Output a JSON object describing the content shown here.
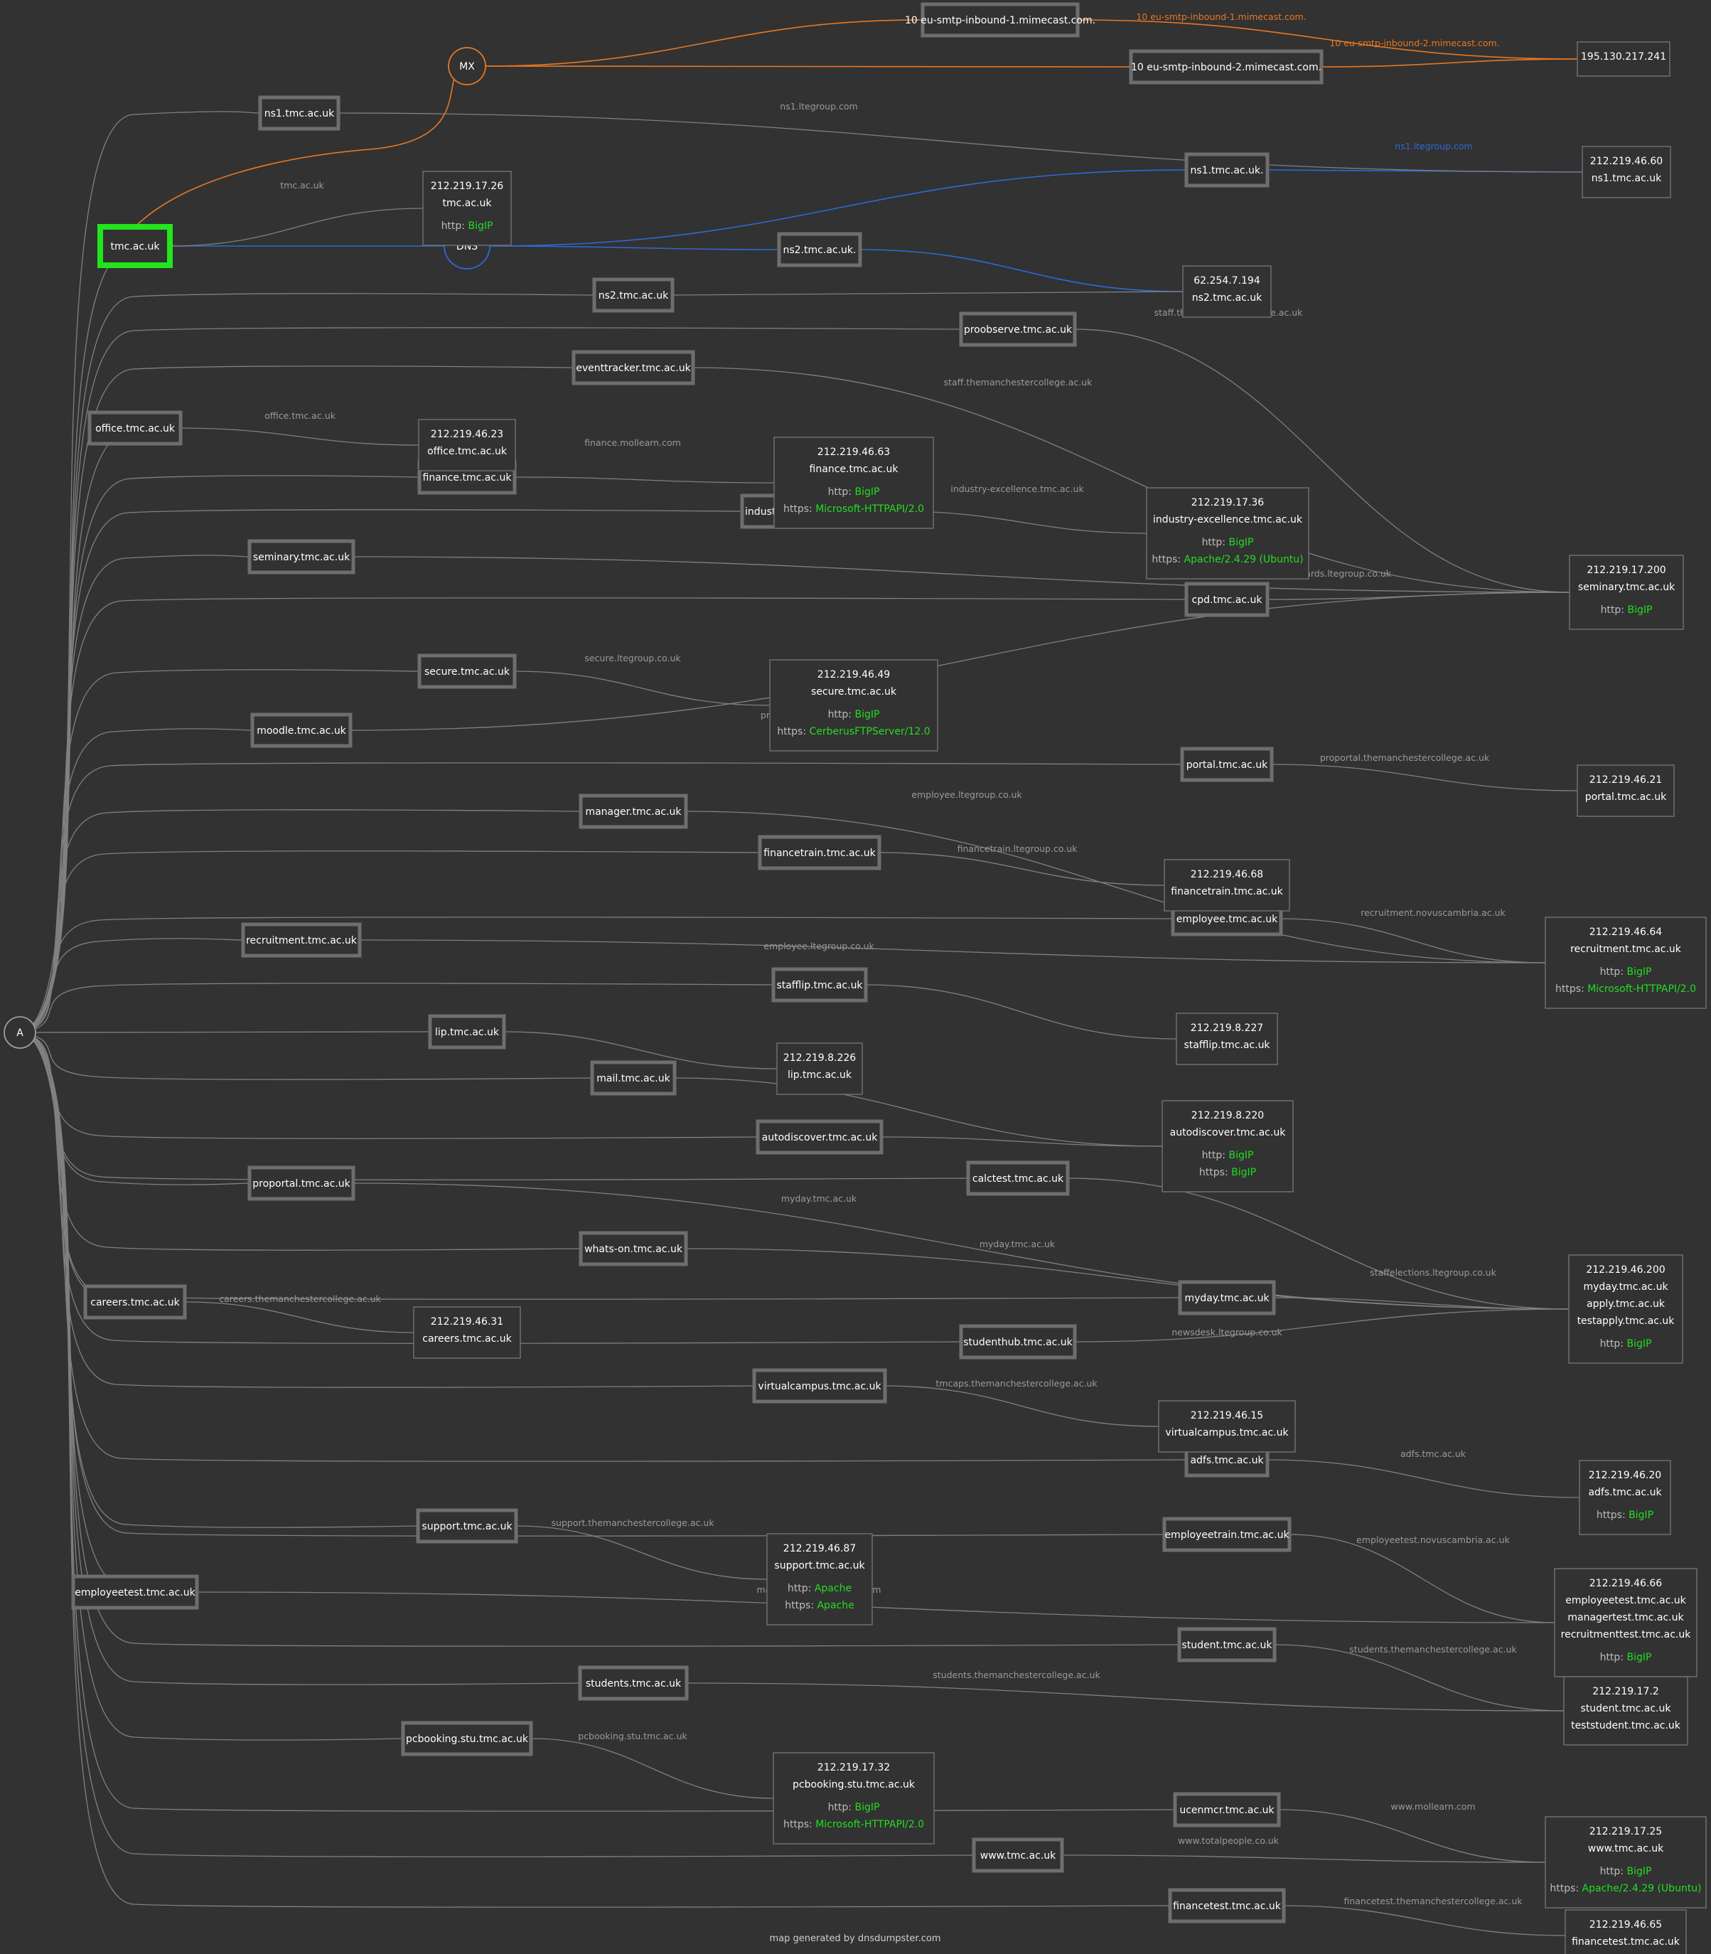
{
  "circles": [
    {
      "id": "A",
      "label": "A",
      "color": "#9a9a9a"
    },
    {
      "id": "MX",
      "label": "MX",
      "color": "#e87722"
    },
    {
      "id": "DNS",
      "label": "DNS",
      "color": "#2d6ad6"
    }
  ],
  "hosts": [
    {
      "id": "root",
      "label": "tmc.ac.uk",
      "highlight": "#22e51d"
    },
    {
      "id": "mx1",
      "label": "10 eu-smtp-inbound-1.mimecast.com."
    },
    {
      "id": "mx2",
      "label": "10 eu-smtp-inbound-2.mimecast.com."
    },
    {
      "id": "ns1",
      "label": "ns1.tmc.ac.uk"
    },
    {
      "id": "ns1dot",
      "label": "ns1.tmc.ac.uk."
    },
    {
      "id": "ns2dot",
      "label": "ns2.tmc.ac.uk."
    },
    {
      "id": "ns2",
      "label": "ns2.tmc.ac.uk"
    },
    {
      "id": "proobserve",
      "label": "proobserve.tmc.ac.uk"
    },
    {
      "id": "eventtracker",
      "label": "eventtracker.tmc.ac.uk"
    },
    {
      "id": "office",
      "label": "office.tmc.ac.uk"
    },
    {
      "id": "finance",
      "label": "finance.tmc.ac.uk"
    },
    {
      "id": "industry",
      "label": "industry-excellence.tmc.ac.uk"
    },
    {
      "id": "seminary",
      "label": "seminary.tmc.ac.uk"
    },
    {
      "id": "cpd",
      "label": "cpd.tmc.ac.uk"
    },
    {
      "id": "secure",
      "label": "secure.tmc.ac.uk"
    },
    {
      "id": "moodle",
      "label": "moodle.tmc.ac.uk"
    },
    {
      "id": "portal",
      "label": "portal.tmc.ac.uk"
    },
    {
      "id": "manager",
      "label": "manager.tmc.ac.uk"
    },
    {
      "id": "financetrain",
      "label": "financetrain.tmc.ac.uk"
    },
    {
      "id": "employee",
      "label": "employee.tmc.ac.uk"
    },
    {
      "id": "recruitment",
      "label": "recruitment.tmc.ac.uk"
    },
    {
      "id": "stafflip",
      "label": "stafflip.tmc.ac.uk"
    },
    {
      "id": "lip",
      "label": "lip.tmc.ac.uk"
    },
    {
      "id": "mail",
      "label": "mail.tmc.ac.uk"
    },
    {
      "id": "autodiscover",
      "label": "autodiscover.tmc.ac.uk"
    },
    {
      "id": "calctest",
      "label": "calctest.tmc.ac.uk"
    },
    {
      "id": "proportal",
      "label": "proportal.tmc.ac.uk"
    },
    {
      "id": "whatson",
      "label": "whats-on.tmc.ac.uk"
    },
    {
      "id": "myday",
      "label": "myday.tmc.ac.uk"
    },
    {
      "id": "careers",
      "label": "careers.tmc.ac.uk"
    },
    {
      "id": "studenthub",
      "label": "studenthub.tmc.ac.uk"
    },
    {
      "id": "virtualcampus",
      "label": "virtualcampus.tmc.ac.uk"
    },
    {
      "id": "adfs",
      "label": "adfs.tmc.ac.uk"
    },
    {
      "id": "support",
      "label": "support.tmc.ac.uk"
    },
    {
      "id": "employeetrain",
      "label": "employeetrain.tmc.ac.uk"
    },
    {
      "id": "employeetest",
      "label": "employeetest.tmc.ac.uk"
    },
    {
      "id": "student",
      "label": "student.tmc.ac.uk"
    },
    {
      "id": "students",
      "label": "students.tmc.ac.uk"
    },
    {
      "id": "pcbooking",
      "label": "pcbooking.stu.tmc.ac.uk"
    },
    {
      "id": "ucenmcr",
      "label": "ucenmcr.tmc.ac.uk"
    },
    {
      "id": "www",
      "label": "www.tmc.ac.uk"
    },
    {
      "id": "financetest",
      "label": "financetest.tmc.ac.uk"
    }
  ],
  "ips": [
    {
      "id": "ip_mx",
      "lines": [
        "195.130.217.241"
      ],
      "services": []
    },
    {
      "id": "ip_ns1",
      "lines": [
        "212.219.46.60",
        "ns1.tmc.ac.uk"
      ],
      "services": []
    },
    {
      "id": "ip_root",
      "lines": [
        "212.219.17.26",
        "tmc.ac.uk"
      ],
      "services": [
        {
          "k": "http:",
          "v": "BigIP"
        }
      ]
    },
    {
      "id": "ip_ns2",
      "lines": [
        "62.254.7.194",
        "ns2.tmc.ac.uk"
      ],
      "services": []
    },
    {
      "id": "ip_office",
      "lines": [
        "212.219.46.23",
        "office.tmc.ac.uk"
      ],
      "services": []
    },
    {
      "id": "ip_finance",
      "lines": [
        "212.219.46.63",
        "finance.tmc.ac.uk"
      ],
      "services": [
        {
          "k": "http:",
          "v": "BigIP"
        },
        {
          "k": "https:",
          "v": "Microsoft-HTTPAPI/2.0"
        }
      ]
    },
    {
      "id": "ip_industry",
      "lines": [
        "212.219.17.36",
        "industry-excellence.tmc.ac.uk"
      ],
      "services": [
        {
          "k": "http:",
          "v": "BigIP"
        },
        {
          "k": "https:",
          "v": "Apache/2.4.29 (Ubuntu)"
        }
      ]
    },
    {
      "id": "ip_seminary",
      "lines": [
        "212.219.17.200",
        "seminary.tmc.ac.uk"
      ],
      "services": [
        {
          "k": "http:",
          "v": "BigIP"
        }
      ]
    },
    {
      "id": "ip_secure",
      "lines": [
        "212.219.46.49",
        "secure.tmc.ac.uk"
      ],
      "services": [
        {
          "k": "http:",
          "v": "BigIP"
        },
        {
          "k": "https:",
          "v": "CerberusFTPServer/12.0"
        }
      ]
    },
    {
      "id": "ip_portal",
      "lines": [
        "212.219.46.21",
        "portal.tmc.ac.uk"
      ],
      "services": []
    },
    {
      "id": "ip_financetrain",
      "lines": [
        "212.219.46.68",
        "financetrain.tmc.ac.uk"
      ],
      "services": []
    },
    {
      "id": "ip_recruitment",
      "lines": [
        "212.219.46.64",
        "recruitment.tmc.ac.uk"
      ],
      "services": [
        {
          "k": "http:",
          "v": "BigIP"
        },
        {
          "k": "https:",
          "v": "Microsoft-HTTPAPI/2.0"
        }
      ]
    },
    {
      "id": "ip_stafflip",
      "lines": [
        "212.219.8.227",
        "stafflip.tmc.ac.uk"
      ],
      "services": []
    },
    {
      "id": "ip_lip",
      "lines": [
        "212.219.8.226",
        "lip.tmc.ac.uk"
      ],
      "services": []
    },
    {
      "id": "ip_autodiscover",
      "lines": [
        "212.219.8.220",
        "autodiscover.tmc.ac.uk"
      ],
      "services": [
        {
          "k": "http:",
          "v": "BigIP"
        },
        {
          "k": "https:",
          "v": "BigIP"
        }
      ]
    },
    {
      "id": "ip_myday",
      "lines": [
        "212.219.46.200",
        "myday.tmc.ac.uk",
        "apply.tmc.ac.uk",
        "testapply.tmc.ac.uk"
      ],
      "services": [
        {
          "k": "http:",
          "v": "BigIP"
        }
      ]
    },
    {
      "id": "ip_careers",
      "lines": [
        "212.219.46.31",
        "careers.tmc.ac.uk"
      ],
      "services": []
    },
    {
      "id": "ip_virtualcampus",
      "lines": [
        "212.219.46.15",
        "virtualcampus.tmc.ac.uk"
      ],
      "services": []
    },
    {
      "id": "ip_adfs",
      "lines": [
        "212.219.46.20",
        "adfs.tmc.ac.uk"
      ],
      "services": [
        {
          "k": "https:",
          "v": "BigIP"
        }
      ]
    },
    {
      "id": "ip_support",
      "lines": [
        "212.219.46.87",
        "support.tmc.ac.uk"
      ],
      "services": [
        {
          "k": "http:",
          "v": "Apache"
        },
        {
          "k": "https:",
          "v": "Apache"
        }
      ]
    },
    {
      "id": "ip_employeetest",
      "lines": [
        "212.219.46.66",
        "employeetest.tmc.ac.uk",
        "managertest.tmc.ac.uk",
        "recruitmenttest.tmc.ac.uk"
      ],
      "services": [
        {
          "k": "http:",
          "v": "BigIP"
        }
      ]
    },
    {
      "id": "ip_student",
      "lines": [
        "212.219.17.2",
        "student.tmc.ac.uk",
        "teststudent.tmc.ac.uk"
      ],
      "services": []
    },
    {
      "id": "ip_pcbooking",
      "lines": [
        "212.219.17.32",
        "pcbooking.stu.tmc.ac.uk"
      ],
      "services": [
        {
          "k": "http:",
          "v": "BigIP"
        },
        {
          "k": "https:",
          "v": "Microsoft-HTTPAPI/2.0"
        }
      ]
    },
    {
      "id": "ip_www",
      "lines": [
        "212.219.17.25",
        "www.tmc.ac.uk"
      ],
      "services": [
        {
          "k": "http:",
          "v": "BigIP"
        },
        {
          "k": "https:",
          "v": "Apache/2.4.29 (Ubuntu)"
        }
      ]
    },
    {
      "id": "ip_financetest",
      "lines": [
        "212.219.46.65",
        "financetest.tmc.ac.uk"
      ],
      "services": []
    }
  ],
  "edges": [
    {
      "from": "root",
      "to": "MX",
      "color": "#e87722"
    },
    {
      "from": "MX",
      "to": "mx1",
      "color": "#e87722"
    },
    {
      "from": "MX",
      "to": "mx2",
      "color": "#e87722"
    },
    {
      "from": "mx1",
      "to": "ip_mx",
      "label": "10 eu-smtp-inbound-1.mimecast.com.",
      "color": "#e87722"
    },
    {
      "from": "mx2",
      "to": "ip_mx",
      "label": "10 eu-smtp-inbound-2.mimecast.com.",
      "color": "#e87722"
    },
    {
      "from": "root",
      "to": "DNS",
      "color": "#2d6ad6"
    },
    {
      "from": "DNS",
      "to": "ns1dot",
      "color": "#2d6ad6"
    },
    {
      "from": "DNS",
      "to": "ns2dot",
      "color": "#2d6ad6"
    },
    {
      "from": "ns1dot",
      "to": "ip_ns1",
      "label": "ns1.ltegroup.com",
      "color": "#2d6ad6"
    },
    {
      "from": "ns2dot",
      "to": "ip_ns2",
      "color": "#2d6ad6"
    },
    {
      "from": "root",
      "to": "ip_root",
      "label": "tmc.ac.uk"
    },
    {
      "from": "ns1",
      "to": "ip_ns1",
      "label": "ns1.ltegroup.com"
    },
    {
      "from": "ns2",
      "to": "ip_ns2"
    },
    {
      "from": "proobserve",
      "to": "ip_seminary",
      "label": "staff.themanchestercollege.ac.uk"
    },
    {
      "from": "eventtracker",
      "to": "ip_seminary",
      "label": "staff.themanchestercollege.ac.uk"
    },
    {
      "from": "office",
      "to": "ip_office",
      "label": "office.tmc.ac.uk"
    },
    {
      "from": "finance",
      "to": "ip_finance",
      "label": "finance.mollearn.com"
    },
    {
      "from": "industry",
      "to": "ip_industry",
      "label": "industry-excellence.tmc.ac.uk"
    },
    {
      "from": "seminary",
      "to": "ip_seminary"
    },
    {
      "from": "cpd",
      "to": "ip_seminary",
      "label": "oaawards.ltegroup.co.uk"
    },
    {
      "from": "secure",
      "to": "ip_secure",
      "label": "secure.ltegroup.co.uk"
    },
    {
      "from": "moodle",
      "to": "ip_seminary",
      "label": "proobserve.ltegroup.co.uk"
    },
    {
      "from": "portal",
      "to": "ip_portal",
      "label": "proportal.themanchestercollege.ac.uk"
    },
    {
      "from": "manager",
      "to": "ip_recruitment",
      "label": "employee.ltegroup.co.uk"
    },
    {
      "from": "financetrain",
      "to": "ip_financetrain",
      "label": "financetrain.ltegroup.co.uk"
    },
    {
      "from": "employee",
      "to": "ip_recruitment",
      "label": "recruitment.novuscambria.ac.uk"
    },
    {
      "from": "recruitment",
      "to": "ip_recruitment",
      "label": "employee.ltegroup.co.uk"
    },
    {
      "from": "stafflip",
      "to": "ip_stafflip"
    },
    {
      "from": "lip",
      "to": "ip_lip"
    },
    {
      "from": "mail",
      "to": "ip_autodiscover"
    },
    {
      "from": "autodiscover",
      "to": "ip_autodiscover"
    },
    {
      "from": "calctest",
      "to": "ip_myday",
      "label": "testapply.tmc.ac.uk"
    },
    {
      "from": "proportal",
      "to": "ip_myday",
      "label": "myday.tmc.ac.uk"
    },
    {
      "from": "whatson",
      "to": "ip_myday",
      "label": "myday.tmc.ac.uk"
    },
    {
      "from": "myday",
      "to": "ip_myday",
      "label": "staffelections.ltegroup.co.uk"
    },
    {
      "from": "careers",
      "to": "ip_careers",
      "label": "careers.themanchestercollege.ac.uk"
    },
    {
      "from": "studenthub",
      "to": "ip_myday",
      "label": "newsdesk.ltegroup.co.uk"
    },
    {
      "from": "virtualcampus",
      "to": "ip_virtualcampus",
      "label": "tmcaps.themanchestercollege.ac.uk"
    },
    {
      "from": "adfs",
      "to": "ip_adfs",
      "label": "adfs.tmc.ac.uk"
    },
    {
      "from": "support",
      "to": "ip_support",
      "label": "support.themanchestercollege.ac.uk"
    },
    {
      "from": "employeetrain",
      "to": "ip_employeetest",
      "label": "employeetest.novuscambria.ac.uk"
    },
    {
      "from": "employeetest",
      "to": "ip_employeetest",
      "label": "managertrain.mollearn.com"
    },
    {
      "from": "student",
      "to": "ip_student",
      "label": "students.themanchestercollege.ac.uk"
    },
    {
      "from": "students",
      "to": "ip_student",
      "label": "students.themanchestercollege.ac.uk"
    },
    {
      "from": "pcbooking",
      "to": "ip_pcbooking",
      "label": "pcbooking.stu.tmc.ac.uk"
    },
    {
      "from": "ucenmcr",
      "to": "ip_www",
      "label": "www.mollearn.com"
    },
    {
      "from": "www",
      "to": "ip_www",
      "label": "www.totalpeople.co.uk"
    },
    {
      "from": "financetest",
      "to": "ip_financetest",
      "label": "financetest.themanchestercollege.ac.uk"
    }
  ],
  "footer": "map generated by dnsdumpster.com"
}
